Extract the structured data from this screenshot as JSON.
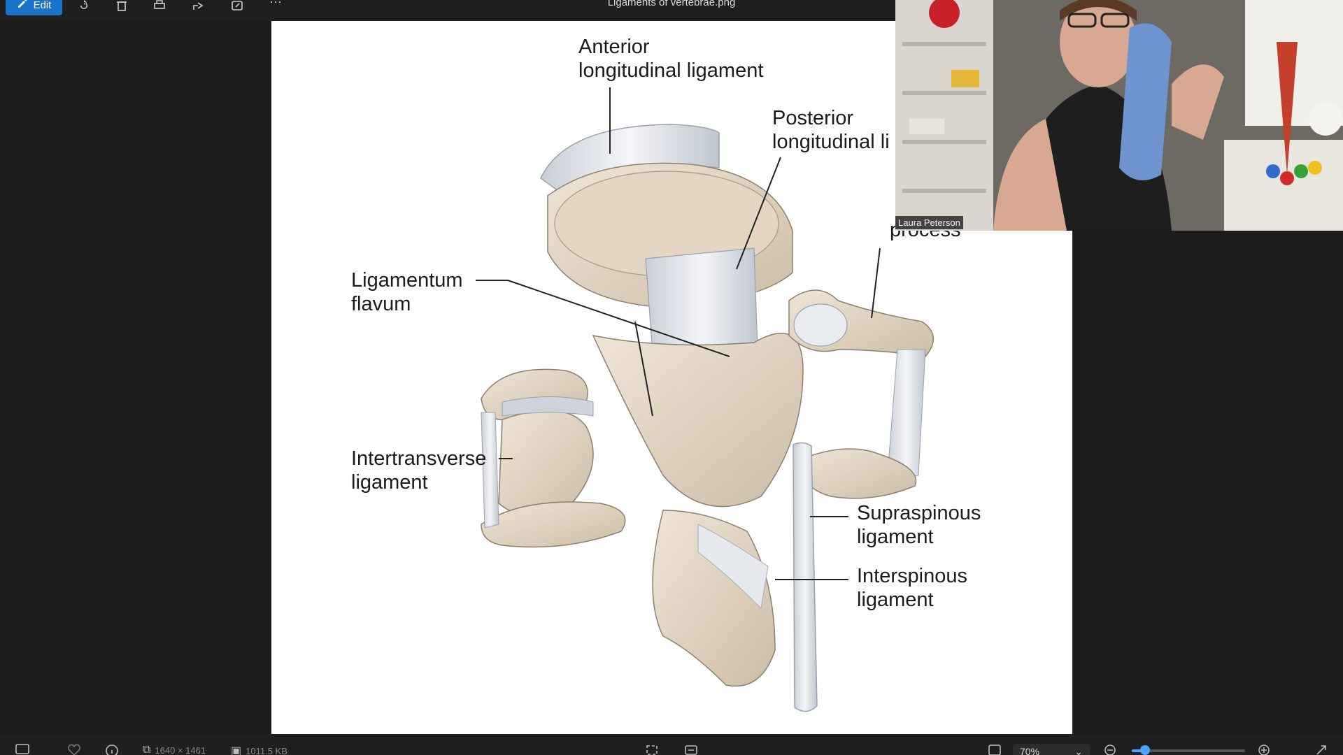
{
  "window": {
    "title": "Ligaments of vertebrae.png"
  },
  "toolbar": {
    "edit_label": "Edit",
    "icons": [
      "edit-pen-icon",
      "rotate-icon",
      "delete-icon",
      "print-icon",
      "share-icon",
      "open-with-icon",
      "more-icon"
    ],
    "more_label": "···"
  },
  "image": {
    "labels": {
      "anterior_1": "Anterior",
      "anterior_2": "longitudinal ligament",
      "posterior_1": "Posterior",
      "posterior_2": "longitudinal li",
      "process": "process",
      "flavum_1": "Ligamentum",
      "flavum_2": "flavum",
      "intertransverse_1": "Intertransverse",
      "intertransverse_2": "ligament",
      "supraspinous_1": "Supraspinous",
      "supraspinous_2": "ligament",
      "interspinous_1": "Interspinous",
      "interspinous_2": "ligament"
    },
    "colors": {
      "bone": "#e7dbca",
      "bone_shadow": "#c9b9a3",
      "ligament": "#dfe3ea",
      "line": "#222222"
    }
  },
  "video": {
    "participant_name": "Laura Peterson"
  },
  "statusbar": {
    "dimensions": "1640 × 1461",
    "file_size": "1011.5 KB",
    "zoom": "70%",
    "zoom_level_fraction": 0.12
  }
}
